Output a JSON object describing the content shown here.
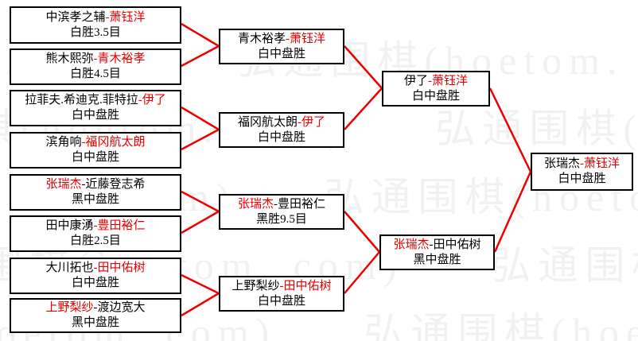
{
  "diagram": {
    "type": "tournament-bracket",
    "watermark": {
      "text": "弘通围棋(hoetom. com)",
      "color": "#f1f1f1"
    },
    "colors": {
      "winner_text": "#e60000",
      "line": "#ee0000",
      "border": "#000000"
    }
  },
  "matches": [
    {
      "p1": "中滨孝之辅",
      "dash": "-",
      "p2": "萧钰洋",
      "winner": "p2",
      "result": "白胜3.5目"
    },
    {
      "p1": "熊木熙弥",
      "dash": "-",
      "p2": "青木裕孝",
      "winner": "p2",
      "result": "白胜4.5目"
    },
    {
      "p1": "拉菲夫.希迪克.菲特拉",
      "dash": "-",
      "p2": "伊了",
      "winner": "p2",
      "result": "白中盘胜"
    },
    {
      "p1": "滨角响",
      "dash": "-",
      "p2": "福冈航太朗",
      "winner": "p2",
      "result": "白中盘胜"
    },
    {
      "p1": "张瑞杰",
      "dash": "-",
      "p2": "近藤登志希",
      "winner": "p1",
      "result": "黑中盘胜"
    },
    {
      "p1": "田中康湧",
      "dash": "-",
      "p2": "豊田裕仁",
      "winner": "p2",
      "result": "白胜2.5目"
    },
    {
      "p1": "大川拓也",
      "dash": "-",
      "p2": "田中佑树",
      "winner": "p2",
      "result": "白中盘胜"
    },
    {
      "p1": "上野梨纱",
      "dash": "-",
      "p2": "渡边宽大",
      "winner": "p1",
      "result": "黑中盘胜"
    },
    {
      "p1": "青木裕孝",
      "dash": "-",
      "p2": "萧钰洋",
      "winner": "p2",
      "result": "白中盘胜"
    },
    {
      "p1": "福冈航太朗",
      "dash": "-",
      "p2": "伊了",
      "winner": "p2",
      "result": "白中盘胜"
    },
    {
      "p1": "张瑞杰",
      "dash": "-",
      "p2": "豊田裕仁",
      "winner": "p1",
      "result": "黑胜9.5目"
    },
    {
      "p1": "上野梨纱",
      "dash": "-",
      "p2": "田中佑树",
      "winner": "p2",
      "result": "白中盘胜"
    },
    {
      "p1": "伊了",
      "dash": "-",
      "p2": "萧钰洋",
      "winner": "p2",
      "result": "白中盘胜"
    },
    {
      "p1": "张瑞杰",
      "dash": "-",
      "p2": "田中佑树",
      "winner": "p1",
      "result": "黑中盘胜"
    },
    {
      "p1": "张瑞杰",
      "dash": "-",
      "p2": "萧钰洋",
      "winner": "p2",
      "result": "白中盘胜"
    }
  ]
}
